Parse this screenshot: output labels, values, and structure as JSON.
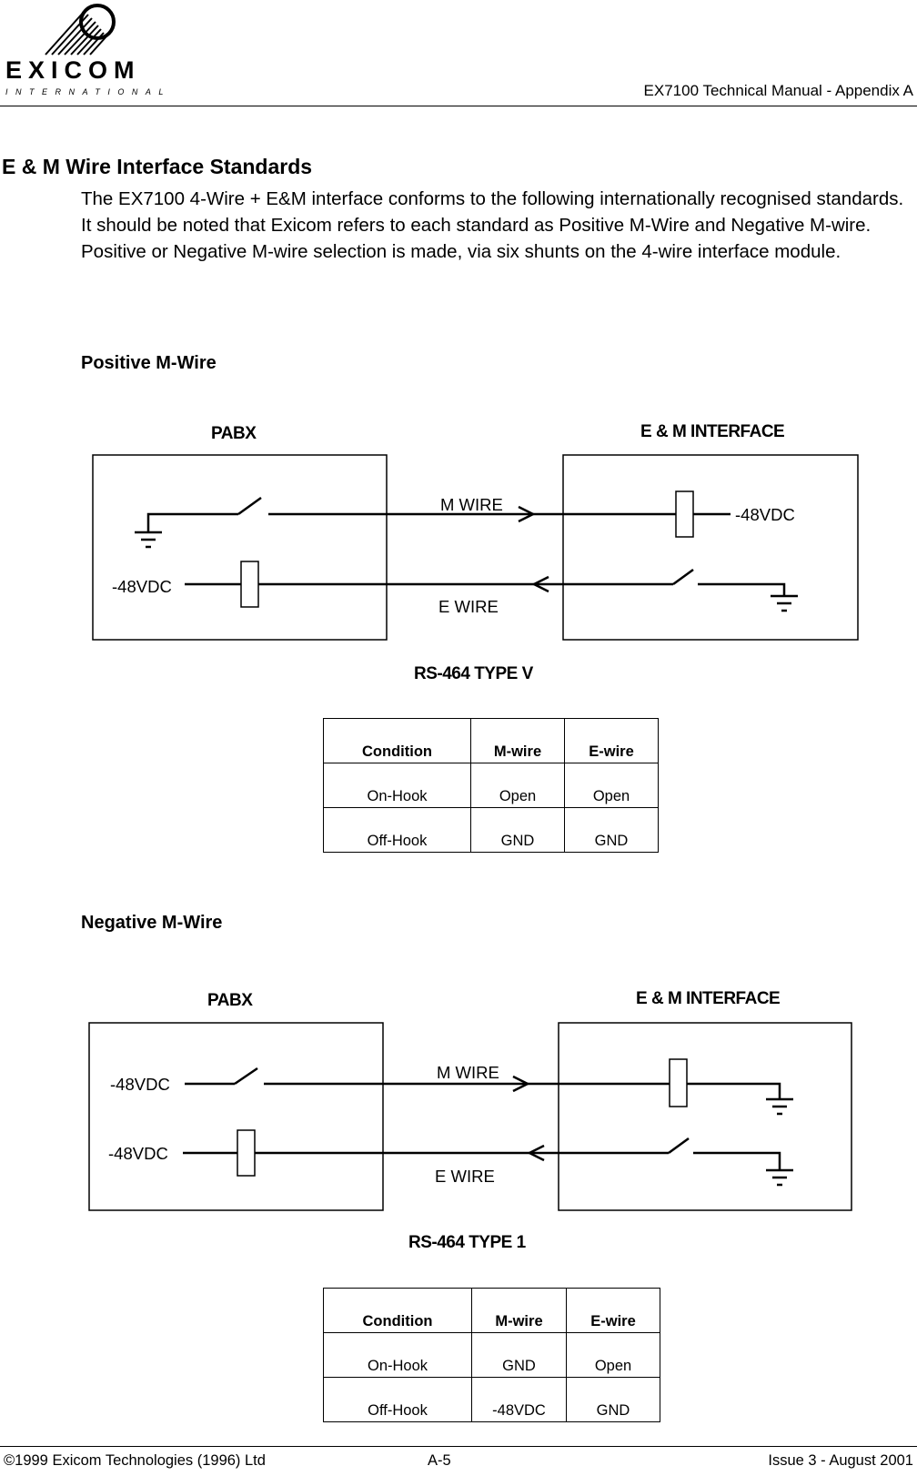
{
  "header": {
    "logo_name": "EXICOM",
    "logo_sub": "INTERNATIONAL",
    "title": "EX7100 Technical Manual - Appendix A"
  },
  "section": {
    "title": "E & M Wire Interface Standards",
    "paragraph": "The EX7100 4-Wire + E&M interface conforms to the following internationally recognised standards. It should be noted that Exicom refers to each standard as Positive M-Wire and Negative M-wire. Positive or Negative M-wire selection is made, via six shunts on the 4-wire interface module."
  },
  "positive": {
    "heading": "Positive M-Wire",
    "diagram": {
      "left_title": "PABX",
      "right_title": "E & M INTERFACE",
      "m_wire": "M WIRE",
      "e_wire": "E WIRE",
      "right_voltage": "-48VDC",
      "left_voltage": "-48VDC"
    },
    "caption": "RS-464  TYPE V",
    "table": {
      "headers": [
        "Condition",
        "M-wire",
        "E-wire"
      ],
      "rows": [
        [
          "On-Hook",
          "Open",
          "Open"
        ],
        [
          "Off-Hook",
          "GND",
          "GND"
        ]
      ]
    }
  },
  "negative": {
    "heading": "Negative M-Wire",
    "diagram": {
      "left_title": "PABX",
      "right_title": "E & M INTERFACE",
      "m_wire": "M WIRE",
      "e_wire": "E WIRE",
      "left_voltage_top": "-48VDC",
      "left_voltage_bottom": "-48VDC"
    },
    "caption": "RS-464  TYPE 1",
    "table": {
      "headers": [
        "Condition",
        "M-wire",
        "E-wire"
      ],
      "rows": [
        [
          "On-Hook",
          "GND",
          "Open"
        ],
        [
          "Off-Hook",
          "-48VDC",
          "GND"
        ]
      ]
    }
  },
  "footer": {
    "copyright": "©1999 Exicom Technologies (1996) Ltd",
    "page": "A-5",
    "issue": "Issue 3 - August 2001"
  }
}
